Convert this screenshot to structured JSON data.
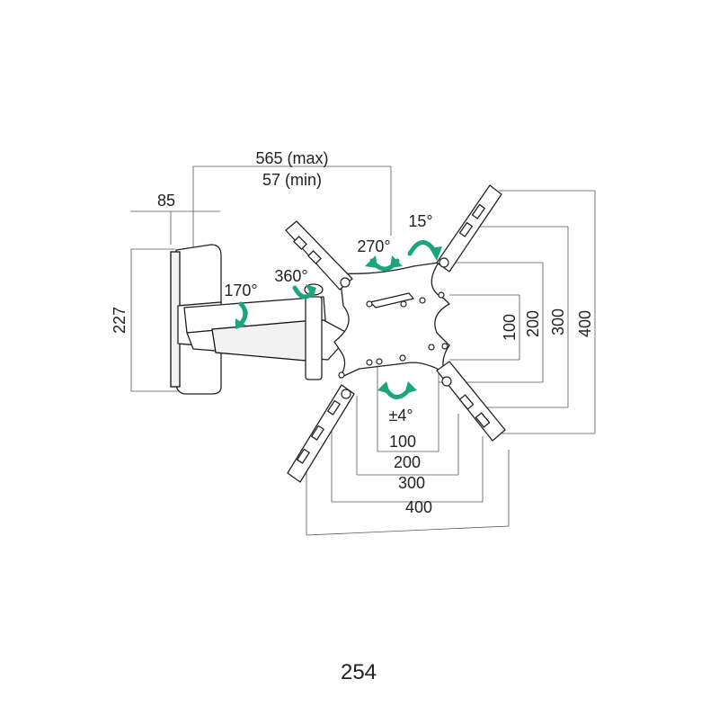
{
  "diagram": {
    "dimensions": {
      "arm_max": "565 (max)",
      "arm_min": "57 (min)",
      "wall_depth": "85",
      "wall_height": "227",
      "vesa_v100": "100",
      "vesa_v200": "200",
      "vesa_v300": "300",
      "vesa_v400": "400",
      "vesa_h100": "100",
      "vesa_h200": "200",
      "vesa_h300": "300",
      "vesa_h400": "400"
    },
    "rotations": {
      "tilt": "15°",
      "rotate_plate": "270°",
      "swivel_head": "360°",
      "swivel_wall": "170°",
      "level": "±4°"
    },
    "accent_color": "#1aa57c",
    "page_number": "254"
  }
}
